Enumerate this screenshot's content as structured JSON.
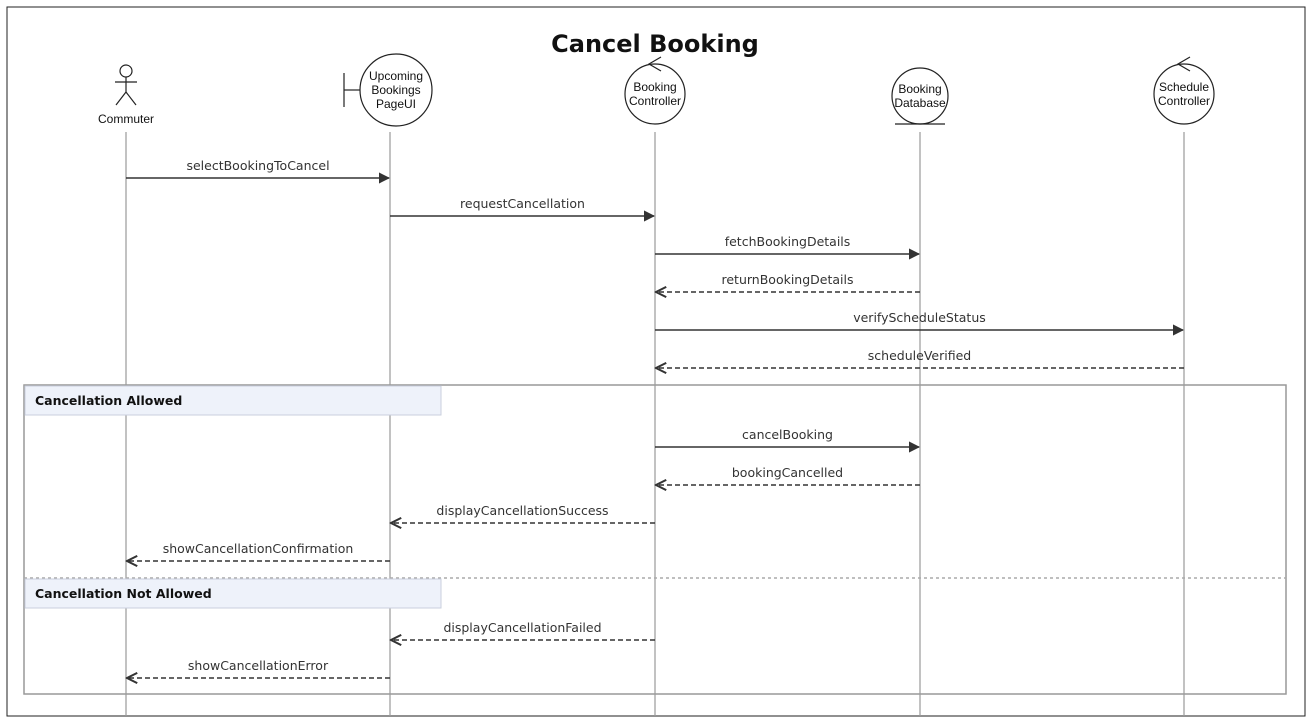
{
  "diagram": {
    "title": "Cancel Booking",
    "participants": [
      {
        "id": "commuter",
        "type": "actor",
        "label_lines": [
          "Commuter"
        ]
      },
      {
        "id": "ui",
        "type": "boundary",
        "label_lines": [
          "Upcoming",
          "Bookings",
          "PageUI"
        ]
      },
      {
        "id": "bc",
        "type": "control",
        "label_lines": [
          "Booking",
          "Controller"
        ]
      },
      {
        "id": "db",
        "type": "entity",
        "label_lines": [
          "Booking",
          "Database"
        ]
      },
      {
        "id": "sc",
        "type": "control",
        "label_lines": [
          "Schedule",
          "Controller"
        ]
      }
    ],
    "messages": [
      {
        "from": "commuter",
        "to": "ui",
        "label": "selectBookingToCancel",
        "kind": "sync"
      },
      {
        "from": "ui",
        "to": "bc",
        "label": "requestCancellation",
        "kind": "sync"
      },
      {
        "from": "bc",
        "to": "db",
        "label": "fetchBookingDetails",
        "kind": "sync"
      },
      {
        "from": "db",
        "to": "bc",
        "label": "returnBookingDetails",
        "kind": "return"
      },
      {
        "from": "bc",
        "to": "sc",
        "label": "verifyScheduleStatus",
        "kind": "sync"
      },
      {
        "from": "sc",
        "to": "bc",
        "label": "scheduleVerified",
        "kind": "return"
      },
      {
        "from": "bc",
        "to": "db",
        "label": "cancelBooking",
        "kind": "sync"
      },
      {
        "from": "db",
        "to": "bc",
        "label": "bookingCancelled",
        "kind": "return"
      },
      {
        "from": "bc",
        "to": "ui",
        "label": "displayCancellationSuccess",
        "kind": "return"
      },
      {
        "from": "ui",
        "to": "commuter",
        "label": "showCancellationConfirmation",
        "kind": "return"
      },
      {
        "from": "bc",
        "to": "ui",
        "label": "displayCancellationFailed",
        "kind": "return"
      },
      {
        "from": "ui",
        "to": "commuter",
        "label": "showCancellationError",
        "kind": "return"
      }
    ],
    "fragment": {
      "sections": [
        {
          "label": "Cancellation Allowed"
        },
        {
          "label": "Cancellation Not Allowed"
        }
      ]
    }
  }
}
